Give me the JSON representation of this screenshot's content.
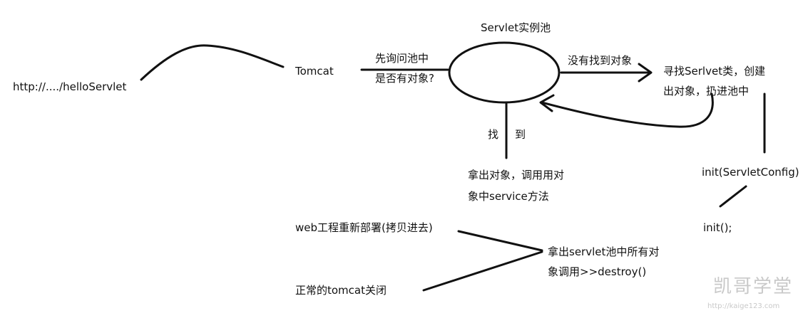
{
  "labels": {
    "url": "http://..../helloServlet",
    "tomcat": "Tomcat",
    "ask_line1": "先询问池中",
    "ask_line2": "是否有对象?",
    "pool": "Servlet实例池",
    "not_found": "没有找到对象",
    "find_line1": "寻找Serlvet类，创建",
    "find_line2": "出对象，扔进池中",
    "found_1": "找",
    "found_2": "到",
    "service_line1": "拿出对象，调用用对",
    "service_line2": "象中service方法",
    "init_config": "init(ServletConfig)",
    "init": "init();",
    "redeploy": "web工程重新部署(拷贝进去)",
    "shutdown": "正常的tomcat关闭",
    "destroy_line1": "拿出servlet池中所有对",
    "destroy_line2": "象调用>>destroy()"
  },
  "watermark": {
    "name": "凯哥学堂",
    "url": "http://kaige123.com"
  },
  "colors": {
    "ink": "#111111",
    "watermark": "#c9c9c9",
    "background": "#ffffff"
  }
}
